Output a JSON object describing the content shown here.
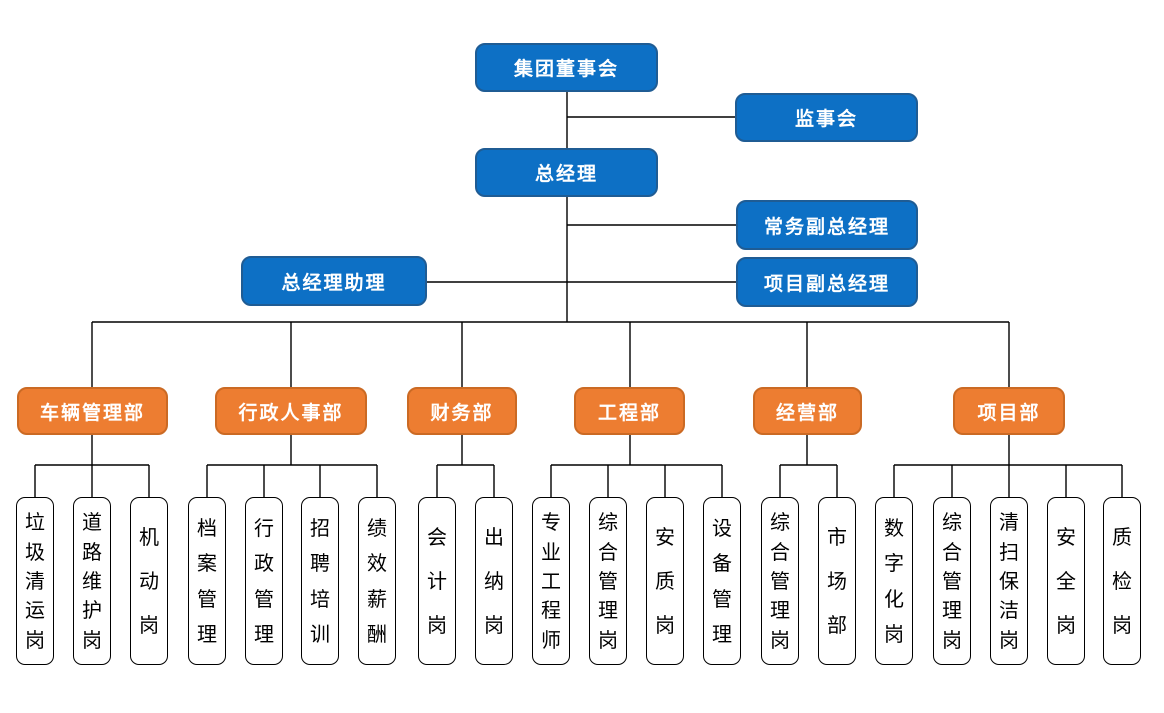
{
  "colors": {
    "background": "#FFFFFF",
    "line": "#000000",
    "blue_fill": "#0D70C5",
    "blue_border": "#1F5C94",
    "orange_fill": "#ED7D31",
    "orange_border": "#CB6A24",
    "position_fill": "#FFFFFF",
    "position_border": "#000000"
  },
  "top_nodes": {
    "board": "集团董事会",
    "supervisory_board": "监事会",
    "general_manager": "总经理",
    "executive_deputy_gm": "常务副总经理",
    "gm_assistant": "总经理助理",
    "project_deputy_gm": "项目副总经理"
  },
  "departments": [
    {
      "label": "车辆管理部",
      "positions": [
        "垃圾清运岗",
        "道路维护岗",
        "机动岗"
      ]
    },
    {
      "label": "行政人事部",
      "positions": [
        "档案管理",
        "行政管理",
        "招聘培训",
        "绩效薪酬"
      ]
    },
    {
      "label": "财务部",
      "positions": [
        "会计岗",
        "出纳岗"
      ]
    },
    {
      "label": "工程部",
      "positions": [
        "专业工程师",
        "综合管理岗",
        "安质岗",
        "设备管理"
      ]
    },
    {
      "label": "经营部",
      "positions": [
        "综合管理岗",
        "市场部"
      ]
    },
    {
      "label": "项目部",
      "positions": [
        "数字化岗",
        "综合管理岗",
        "清扫保洁岗",
        "安全岗",
        "质检岗"
      ]
    }
  ]
}
